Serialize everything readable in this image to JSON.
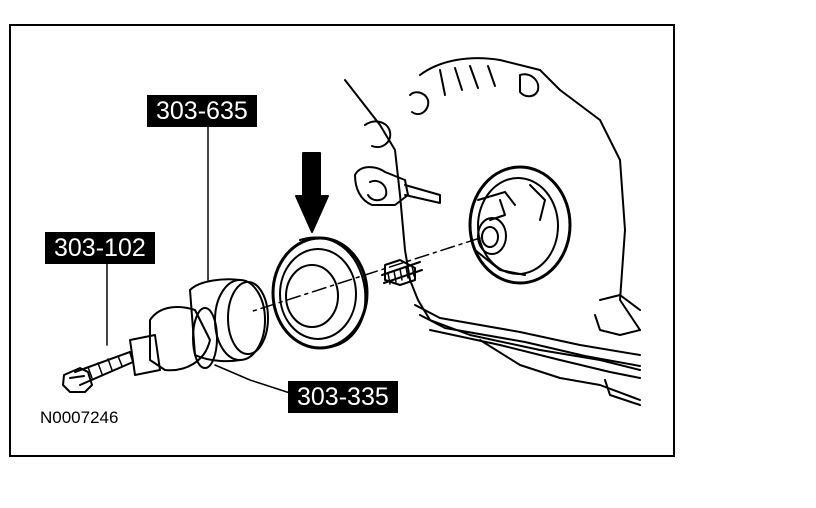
{
  "labels": {
    "tool_303_635": "303-635",
    "tool_303_102": "303-102",
    "tool_303_335": "303-335"
  },
  "figure_id": "N0007246",
  "colors": {
    "ink": "#000000",
    "paper": "#ffffff"
  }
}
